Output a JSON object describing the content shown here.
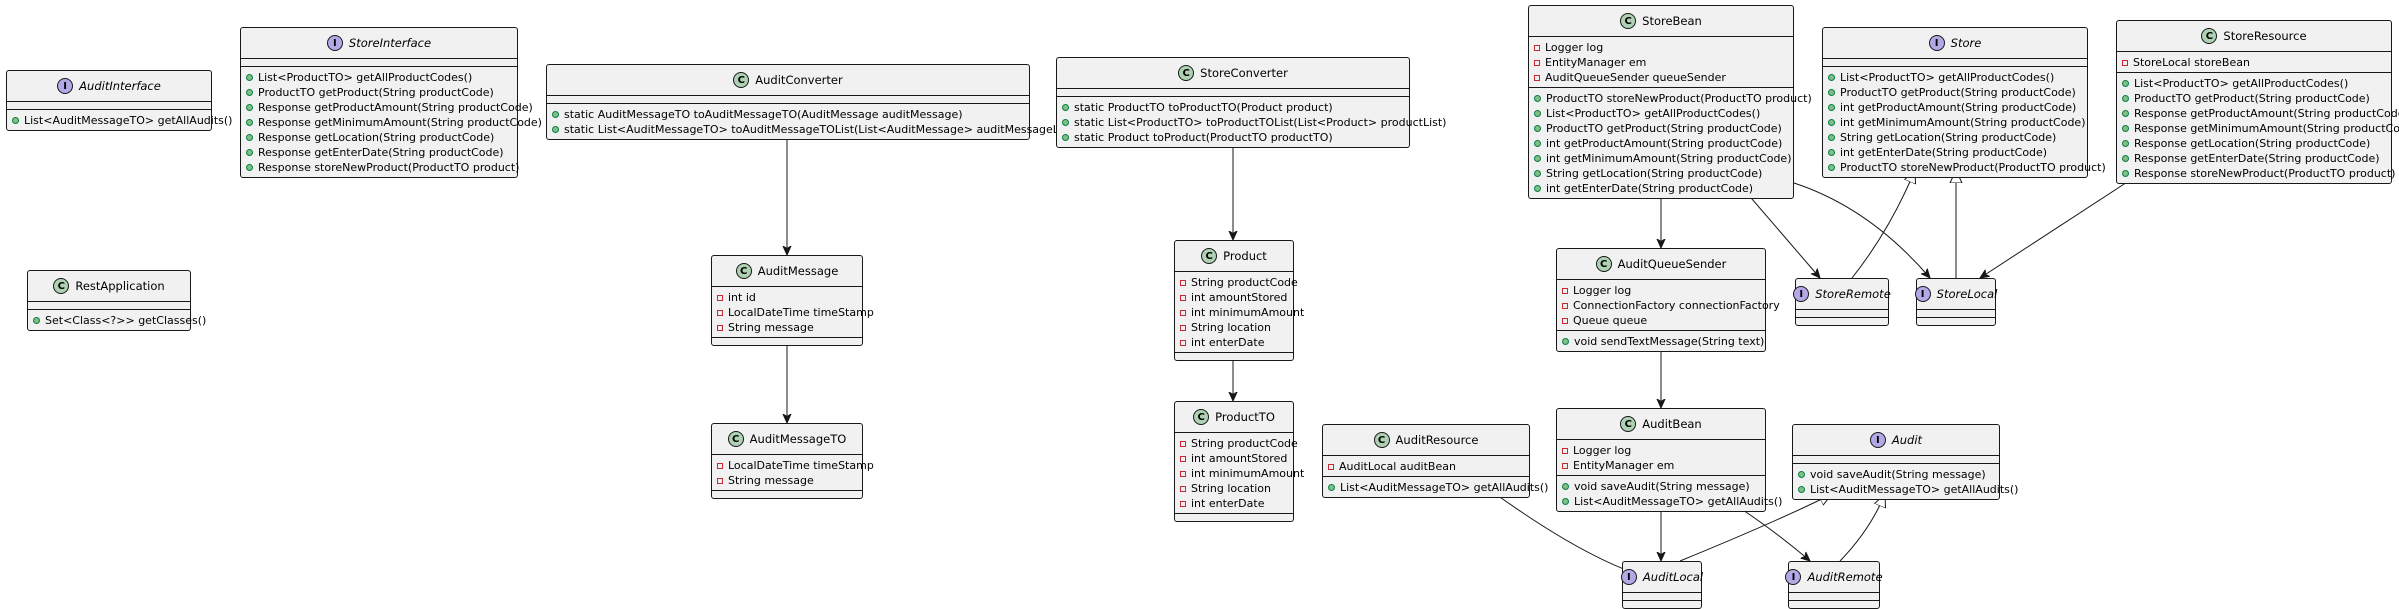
{
  "diagram": {
    "classes": {
      "AuditInterface": {
        "kind": "I",
        "name": "AuditInterface",
        "fields": [],
        "methods": [
          "List<AuditMessageTO> getAllAudits()"
        ]
      },
      "StoreInterface": {
        "kind": "I",
        "name": "StoreInterface",
        "fields": [],
        "methods": [
          "List<ProductTO> getAllProductCodes()",
          "ProductTO getProduct(String productCode)",
          "Response getProductAmount(String productCode)",
          "Response getMinimumAmount(String productCode)",
          "Response getLocation(String productCode)",
          "Response getEnterDate(String productCode)",
          "Response storeNewProduct(ProductTO product)"
        ]
      },
      "RestApplication": {
        "kind": "C",
        "name": "RestApplication",
        "fields": [],
        "methods": [
          "Set<Class<?>> getClasses()"
        ]
      },
      "AuditConverter": {
        "kind": "C",
        "name": "AuditConverter",
        "fields": [],
        "methods": [
          "static AuditMessageTO toAuditMessageTO(AuditMessage auditMessage)",
          "static List<AuditMessageTO> toAuditMessageTOList(List<AuditMessage> auditMessageList)"
        ]
      },
      "AuditMessage": {
        "kind": "C",
        "name": "AuditMessage",
        "fields": [
          "int id",
          "LocalDateTime timeStamp",
          "String message"
        ],
        "methods": []
      },
      "AuditMessageTO": {
        "kind": "C",
        "name": "AuditMessageTO",
        "fields": [
          "LocalDateTime timeStamp",
          "String message"
        ],
        "methods": []
      },
      "StoreConverter": {
        "kind": "C",
        "name": "StoreConverter",
        "fields": [],
        "methods": [
          "static ProductTO toProductTO(Product product)",
          "static List<ProductTO> toProductTOList(List<Product> productList)",
          "static Product toProduct(ProductTO productTO)"
        ]
      },
      "Product": {
        "kind": "C",
        "name": "Product",
        "fields": [
          "String productCode",
          "int amountStored",
          "int minimumAmount",
          "String location",
          "int enterDate"
        ],
        "methods": []
      },
      "ProductTO": {
        "kind": "C",
        "name": "ProductTO",
        "fields": [
          "String productCode",
          "int amountStored",
          "int minimumAmount",
          "String location",
          "int enterDate"
        ],
        "methods": []
      },
      "StoreBean": {
        "kind": "C",
        "name": "StoreBean",
        "fields": [
          "Logger log",
          "EntityManager em",
          "AuditQueueSender queueSender"
        ],
        "methods": [
          "ProductTO storeNewProduct(ProductTO product)",
          "List<ProductTO> getAllProductCodes()",
          "ProductTO getProduct(String productCode)",
          "int getProductAmount(String productCode)",
          "int getMinimumAmount(String productCode)",
          "String getLocation(String productCode)",
          "int getEnterDate(String productCode)"
        ]
      },
      "Store": {
        "kind": "I",
        "name": "Store",
        "fields": [],
        "methods": [
          "List<ProductTO> getAllProductCodes()",
          "ProductTO getProduct(String productCode)",
          "int getProductAmount(String productCode)",
          "int getMinimumAmount(String productCode)",
          "String getLocation(String productCode)",
          "int getEnterDate(String productCode)",
          "ProductTO storeNewProduct(ProductTO product)"
        ]
      },
      "StoreResource": {
        "kind": "C",
        "name": "StoreResource",
        "fields": [
          "StoreLocal storeBean"
        ],
        "methods": [
          "List<ProductTO> getAllProductCodes()",
          "ProductTO getProduct(String productCode)",
          "Response getProductAmount(String productCode)",
          "Response getMinimumAmount(String productCode)",
          "Response getLocation(String productCode)",
          "Response getEnterDate(String productCode)",
          "Response storeNewProduct(ProductTO product)"
        ]
      },
      "AuditQueueSender": {
        "kind": "C",
        "name": "AuditQueueSender",
        "fields": [
          "Logger log",
          "ConnectionFactory connectionFactory",
          "Queue queue"
        ],
        "methods": [
          "void sendTextMessage(String text)"
        ]
      },
      "StoreRemote": {
        "kind": "I",
        "name": "StoreRemote",
        "fields": [],
        "methods": []
      },
      "StoreLocal": {
        "kind": "I",
        "name": "StoreLocal",
        "fields": [],
        "methods": []
      },
      "AuditResource": {
        "kind": "C",
        "name": "AuditResource",
        "fields": [
          "AuditLocal auditBean"
        ],
        "methods": [
          "List<AuditMessageTO> getAllAudits()"
        ]
      },
      "AuditBean": {
        "kind": "C",
        "name": "AuditBean",
        "fields": [
          "Logger log",
          "EntityManager em"
        ],
        "methods": [
          "void saveAudit(String message)",
          "List<AuditMessageTO> getAllAudits()"
        ]
      },
      "Audit": {
        "kind": "I",
        "name": "Audit",
        "fields": [],
        "methods": [
          "void saveAudit(String message)",
          "List<AuditMessageTO> getAllAudits()"
        ]
      },
      "AuditLocal": {
        "kind": "I",
        "name": "AuditLocal",
        "fields": [],
        "methods": []
      },
      "AuditRemote": {
        "kind": "I",
        "name": "AuditRemote",
        "fields": [],
        "methods": []
      }
    },
    "relations": [
      {
        "from": "AuditConverter",
        "to": "AuditMessage",
        "type": "association"
      },
      {
        "from": "AuditMessage",
        "to": "AuditMessageTO",
        "type": "association"
      },
      {
        "from": "StoreConverter",
        "to": "Product",
        "type": "association"
      },
      {
        "from": "Product",
        "to": "ProductTO",
        "type": "association"
      },
      {
        "from": "StoreBean",
        "to": "AuditQueueSender",
        "type": "association"
      },
      {
        "from": "StoreBean",
        "to": "StoreRemote",
        "type": "association"
      },
      {
        "from": "StoreBean",
        "to": "StoreLocal",
        "type": "association"
      },
      {
        "from": "StoreRemote",
        "to": "Store",
        "type": "extends"
      },
      {
        "from": "StoreLocal",
        "to": "Store",
        "type": "extends"
      },
      {
        "from": "StoreResource",
        "to": "StoreLocal",
        "type": "association"
      },
      {
        "from": "AuditQueueSender",
        "to": "AuditBean",
        "type": "association"
      },
      {
        "from": "AuditResource",
        "to": "AuditLocal",
        "type": "association"
      },
      {
        "from": "AuditBean",
        "to": "AuditLocal",
        "type": "association"
      },
      {
        "from": "AuditBean",
        "to": "AuditRemote",
        "type": "association"
      },
      {
        "from": "AuditLocal",
        "to": "Audit",
        "type": "extends"
      },
      {
        "from": "AuditRemote",
        "to": "Audit",
        "type": "extends"
      }
    ]
  }
}
